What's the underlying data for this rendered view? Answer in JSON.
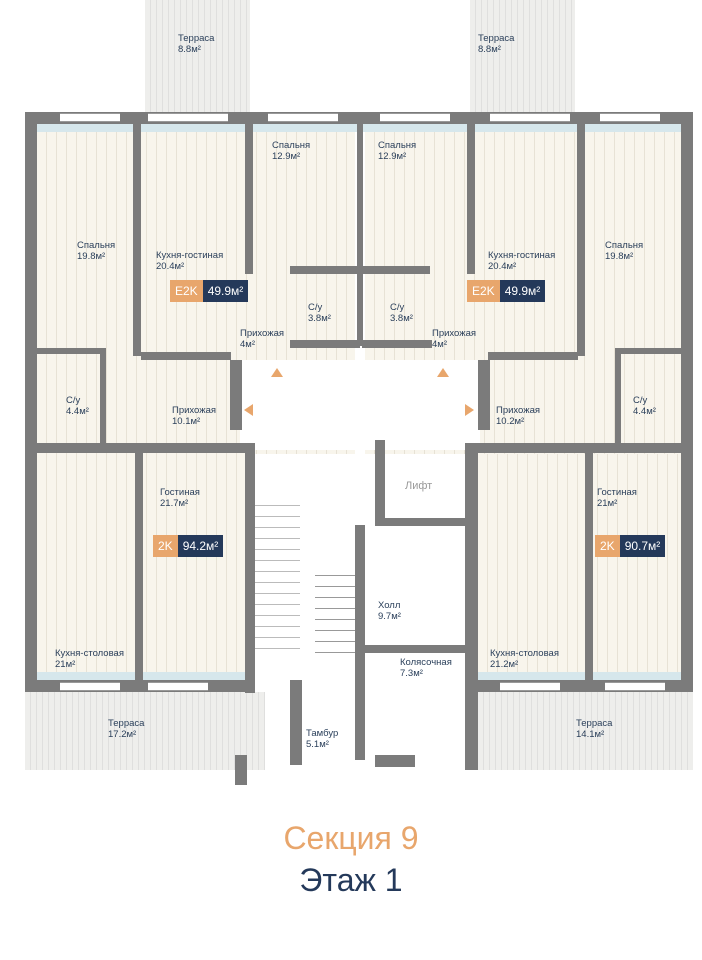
{
  "rooms": {
    "terrace_top_left": {
      "name": "Терраса",
      "area": "8.8м²"
    },
    "terrace_top_right": {
      "name": "Терраса",
      "area": "8.8м²"
    },
    "bedroom_l_big": {
      "name": "Спальня",
      "area": "19.8м²"
    },
    "kitchen_living_l": {
      "name": "Кухня-гостиная",
      "area": "20.4м²"
    },
    "bedroom_l_small": {
      "name": "Спальня",
      "area": "12.9м²"
    },
    "bedroom_r_small": {
      "name": "Спальня",
      "area": "12.9м²"
    },
    "kitchen_living_r": {
      "name": "Кухня-гостиная",
      "area": "20.4м²"
    },
    "bedroom_r_big": {
      "name": "Спальня",
      "area": "19.8м²"
    },
    "bath_l_small": {
      "name": "С/у",
      "area": "3.8м²"
    },
    "bath_r_small": {
      "name": "С/у",
      "area": "3.8м²"
    },
    "hall_l_small": {
      "name": "Прихожая",
      "area": "4м²"
    },
    "hall_r_small": {
      "name": "Прихожая",
      "area": "4м²"
    },
    "bath_l_big": {
      "name": "С/у",
      "area": "4.4м²"
    },
    "bath_r_big": {
      "name": "С/у",
      "area": "4.4м²"
    },
    "hall_l_big": {
      "name": "Прихожая",
      "area": "10.1м²"
    },
    "hall_r_big": {
      "name": "Прихожая",
      "area": "10.2м²"
    },
    "lift": {
      "name": "Лифт"
    },
    "living_l": {
      "name": "Гостиная",
      "area": "21.7м²"
    },
    "living_r": {
      "name": "Гостиная",
      "area": "21м²"
    },
    "lobby": {
      "name": "Холл",
      "area": "9.7м²"
    },
    "kitchen_dining_l": {
      "name": "Кухня-столовая",
      "area": "21м²"
    },
    "kitchen_dining_r": {
      "name": "Кухня-столовая",
      "area": "21.2м²"
    },
    "stroller": {
      "name": "Колясочная",
      "area": "7.3м²"
    },
    "terrace_bottom_left": {
      "name": "Терраса",
      "area": "17.2м²"
    },
    "terrace_bottom_right": {
      "name": "Терраса",
      "area": "14.1м²"
    },
    "vestibule": {
      "name": "Тамбур",
      "area": "5.1м²"
    }
  },
  "apartments": [
    {
      "type": "E2K",
      "area": "49.9м²"
    },
    {
      "type": "E2K",
      "area": "49.9м²"
    },
    {
      "type": "2K",
      "area": "94.2м²"
    },
    {
      "type": "2K",
      "area": "90.7м²"
    }
  ],
  "title": {
    "section": "Секция 9",
    "floor": "Этаж 1"
  },
  "colors": {
    "accent": "#e8a66c",
    "navy": "#24395a",
    "wall": "#7b7b7b"
  }
}
